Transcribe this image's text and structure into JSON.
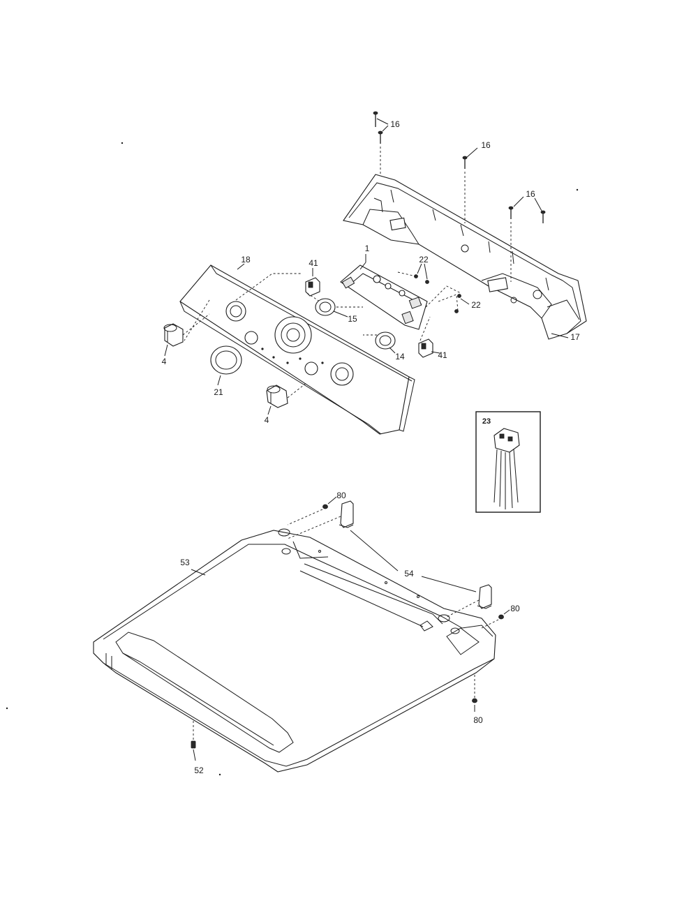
{
  "labels": {
    "p16a": "16",
    "p16b": "16",
    "p16c": "16",
    "p17": "17",
    "p18": "18",
    "p41a": "41",
    "p41b": "41",
    "p1": "1",
    "p22a": "22",
    "p22b": "22",
    "p15": "15",
    "p14": "14",
    "p4a": "4",
    "p4b": "4",
    "p21": "21",
    "p23": "23",
    "p80a": "80",
    "p80b": "80",
    "p80c": "80",
    "p53": "53",
    "p54": "54",
    "p52": "52"
  }
}
